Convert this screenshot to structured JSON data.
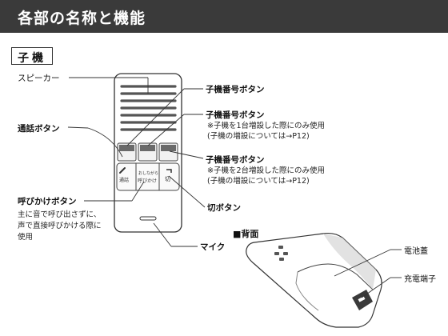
{
  "header": {
    "title": "各部の名称と機能"
  },
  "section": {
    "label": "子機"
  },
  "labels": {
    "speaker": "スピーカー",
    "talk_button": "通話ボタン",
    "call_button": "呼びかけボタン",
    "call_button_desc": [
      "主に音で呼び出さずに、",
      "声で直接呼びかける際に",
      "使用"
    ],
    "unit_button_1": "子機番号ボタン",
    "unit_button_2": "子機番号ボタン",
    "unit_button_2_notes": [
      "※子機を1台増設した際にのみ使用",
      "(子機の増設については→P12)"
    ],
    "unit_button_3": "子機番号ボタン",
    "unit_button_3_notes": [
      "※子機を2台増設した際にのみ使用",
      "(子機の増設については→P12)"
    ],
    "off_button": "切ボタン",
    "mic": "マイク",
    "back": "■背面",
    "battery_cover": "電池蓋",
    "charge_terminal": "充電端子"
  },
  "device": {
    "talk_key": "通話",
    "call_key_top": "おしながら",
    "call_key": "呼びかけ",
    "off_key": "切"
  }
}
